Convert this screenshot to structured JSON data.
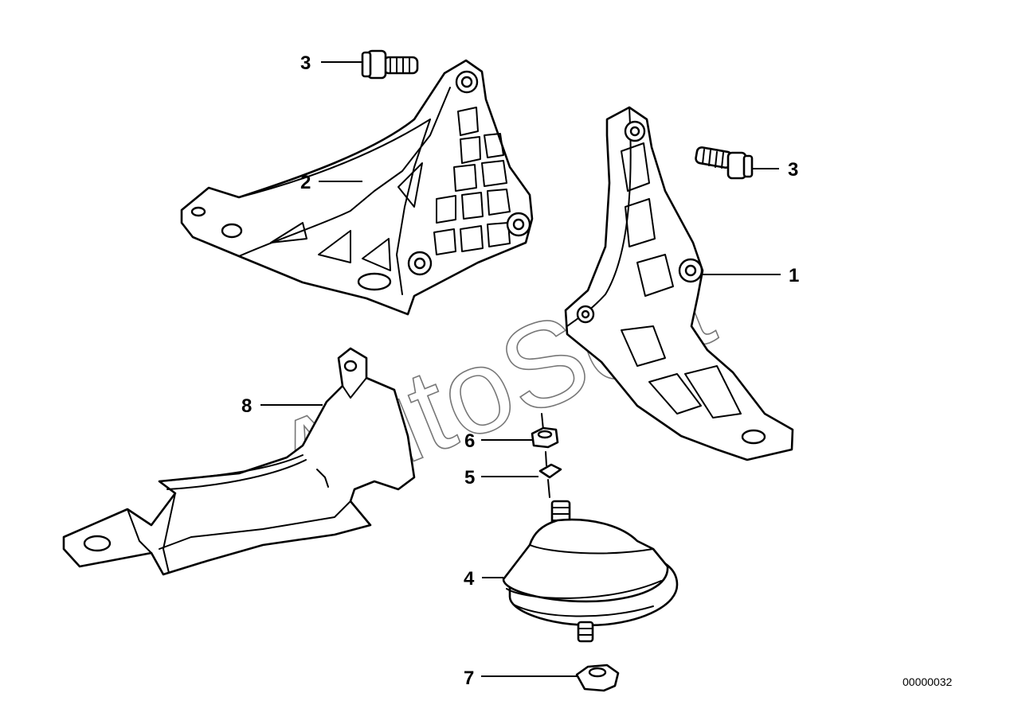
{
  "diagram": {
    "reference_number": "00000032",
    "watermark": "AutoSoft",
    "callouts": [
      {
        "id": "c3a",
        "label": "3"
      },
      {
        "id": "c2",
        "label": "2"
      },
      {
        "id": "c3b",
        "label": "3"
      },
      {
        "id": "c1",
        "label": "1"
      },
      {
        "id": "c8",
        "label": "8"
      },
      {
        "id": "c6",
        "label": "6"
      },
      {
        "id": "c5",
        "label": "5"
      },
      {
        "id": "c4",
        "label": "4"
      },
      {
        "id": "c7",
        "label": "7"
      }
    ]
  }
}
